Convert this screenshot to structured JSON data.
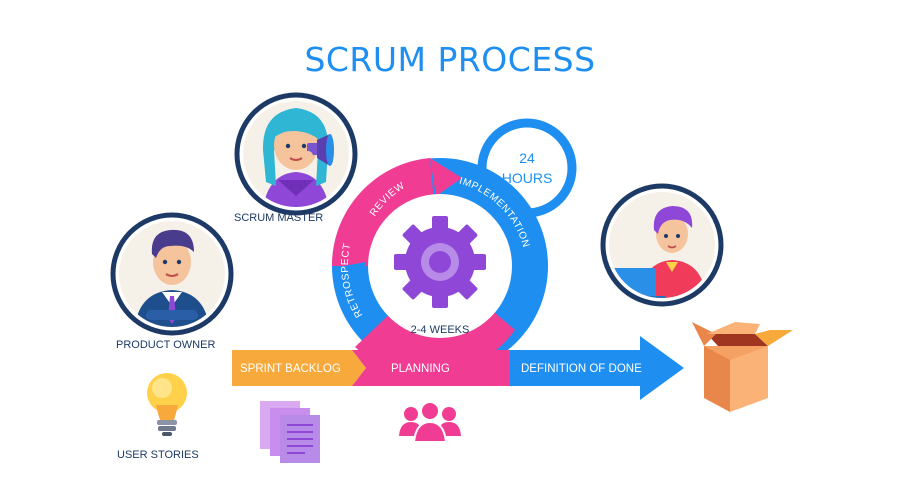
{
  "title": "SCRUM PROCESS",
  "roles": {
    "scrum_master": "SCRUM MASTER",
    "product_owner": "PRODUCT OWNER",
    "user_stories": "USER STORIES"
  },
  "cycle": {
    "review": "REVIEW",
    "implementation": "IMPLEMENTATION",
    "retrospect": "RETROSPECT",
    "duration": "2-4 WEEKS",
    "daily_line1": "24",
    "daily_line2": "HOURS"
  },
  "flow": {
    "sprint_backlog": "SPRINT BACKLOG",
    "planning": "PLANNING",
    "definition_of_done": "DEFINITION OF DONE"
  },
  "colors": {
    "blue": "#1e8ff0",
    "pink": "#f03c93",
    "orange": "#f7a93b",
    "purple": "#8f47d8",
    "navy": "#1d3a66"
  },
  "icons": [
    "gear-icon",
    "lightbulb-icon",
    "documents-icon",
    "team-icon",
    "open-box-icon",
    "megaphone-icon"
  ]
}
